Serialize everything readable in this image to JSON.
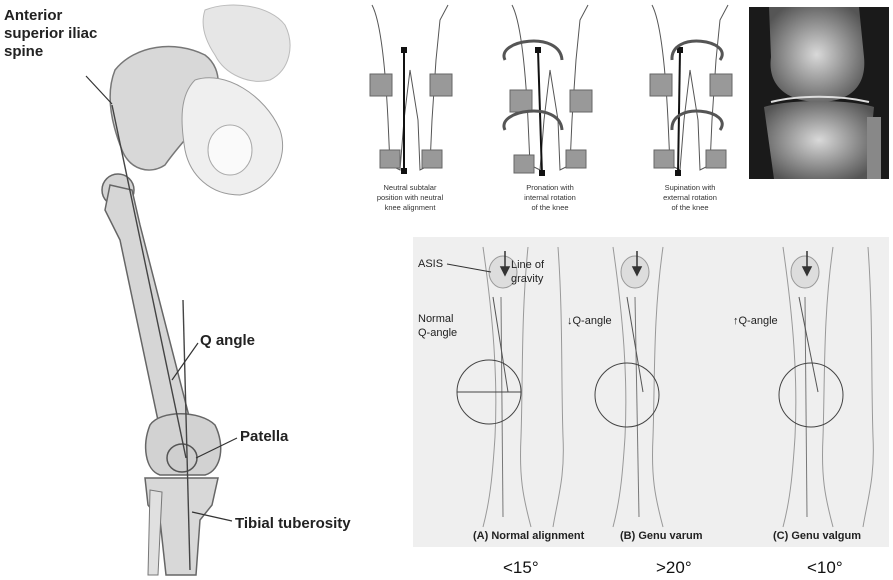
{
  "left_figure": {
    "labels": {
      "asis_line1": "Anterior",
      "asis_line2": "superior iliac",
      "asis_line3": "spine",
      "q_angle": "Q angle",
      "patella": "Patella",
      "tibial_tuberosity": "Tibial tuberosity"
    }
  },
  "top_figures": {
    "captions": [
      {
        "line1": "Neutral subtalar",
        "line2": "position with neutral",
        "line3": "knee alignment"
      },
      {
        "line1": "Pronation with",
        "line2": "internal rotation",
        "line3": "of the knee"
      },
      {
        "line1": "Supination with",
        "line2": "external rotation",
        "line3": "of the knee"
      }
    ]
  },
  "alignment_panel": {
    "labels": {
      "asis": "ASIS",
      "line_of_gravity_1": "Line of",
      "line_of_gravity_2": "gravity",
      "normal_q_1": "Normal",
      "normal_q_2": "Q-angle",
      "decreased_q": "↓Q-angle",
      "increased_q": "↑Q-angle"
    },
    "captions": {
      "a": "(A) Normal alignment",
      "b": "(B) Genu varum",
      "c": "(C) Genu valgum"
    }
  },
  "degrees": {
    "a": "<15°",
    "b": ">20°",
    "c": "<10°"
  }
}
